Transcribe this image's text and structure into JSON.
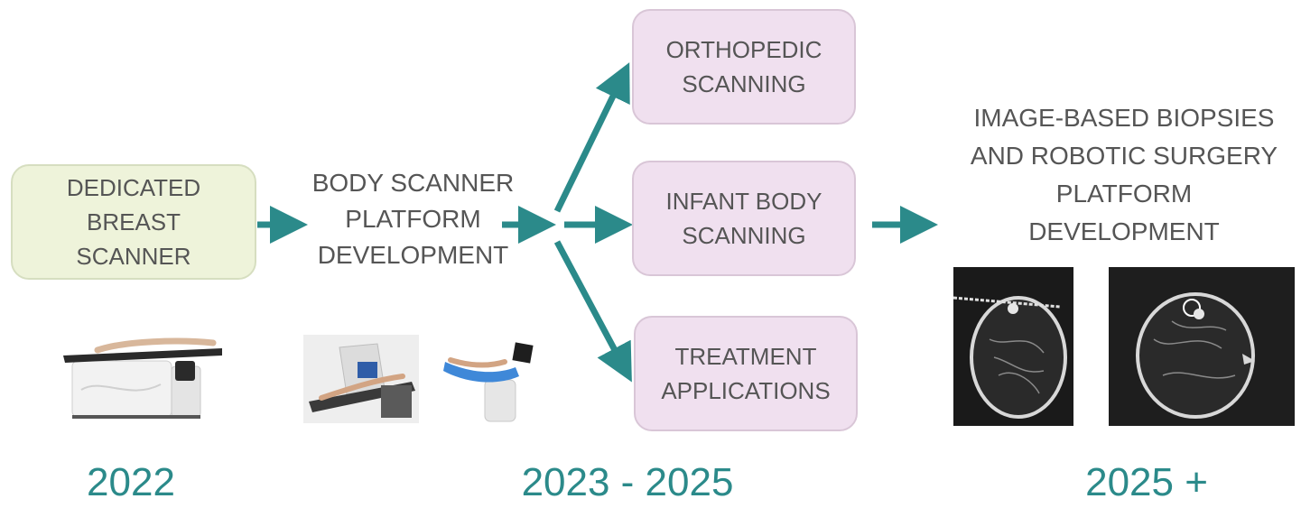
{
  "nodes": {
    "breast_scanner": "DEDICATED\nBREAST\nSCANNER",
    "body_scanner": "BODY SCANNER\nPLATFORM\nDEVELOPMENT",
    "orthopedic": "ORTHOPEDIC\nSCANNING",
    "infant": "INFANT BODY\nSCANNING",
    "treatment": "TREATMENT\nAPPLICATIONS",
    "biopsies": "IMAGE-BASED BIOPSIES\nAND ROBOTIC SURGERY\nPLATFORM\nDEVELOPMENT"
  },
  "years": {
    "y1": "2022",
    "y2": "2023 - 2025",
    "y3": "2025 +"
  },
  "colors": {
    "arrow": "#2b8a8a",
    "year_text": "#2b8a8a",
    "green_box": "#eef3da",
    "pink_box": "#f0e0ef"
  }
}
